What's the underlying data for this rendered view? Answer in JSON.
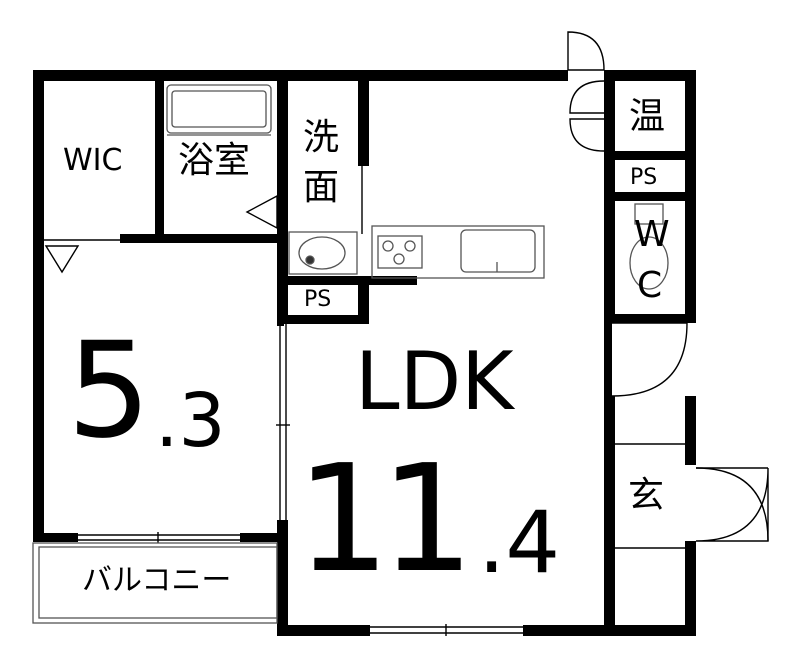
{
  "rooms": {
    "wic": "WIC",
    "bath": "浴室",
    "washroom_1": "洗",
    "washroom_2": "面",
    "water_heater": "温",
    "ps_upper": "PS",
    "ps_lower": "PS",
    "wc_w": "W",
    "wc_c": "C",
    "bedroom_size_int": "5",
    "bedroom_size_dec": ".3",
    "ldk_label": "LDK",
    "ldk_size_int": "11",
    "ldk_size_dec": ".4",
    "entrance": "玄",
    "balcony": "バルコニー"
  },
  "colors": {
    "wall": "#000000",
    "fixture": "#555555",
    "background": "#ffffff"
  }
}
